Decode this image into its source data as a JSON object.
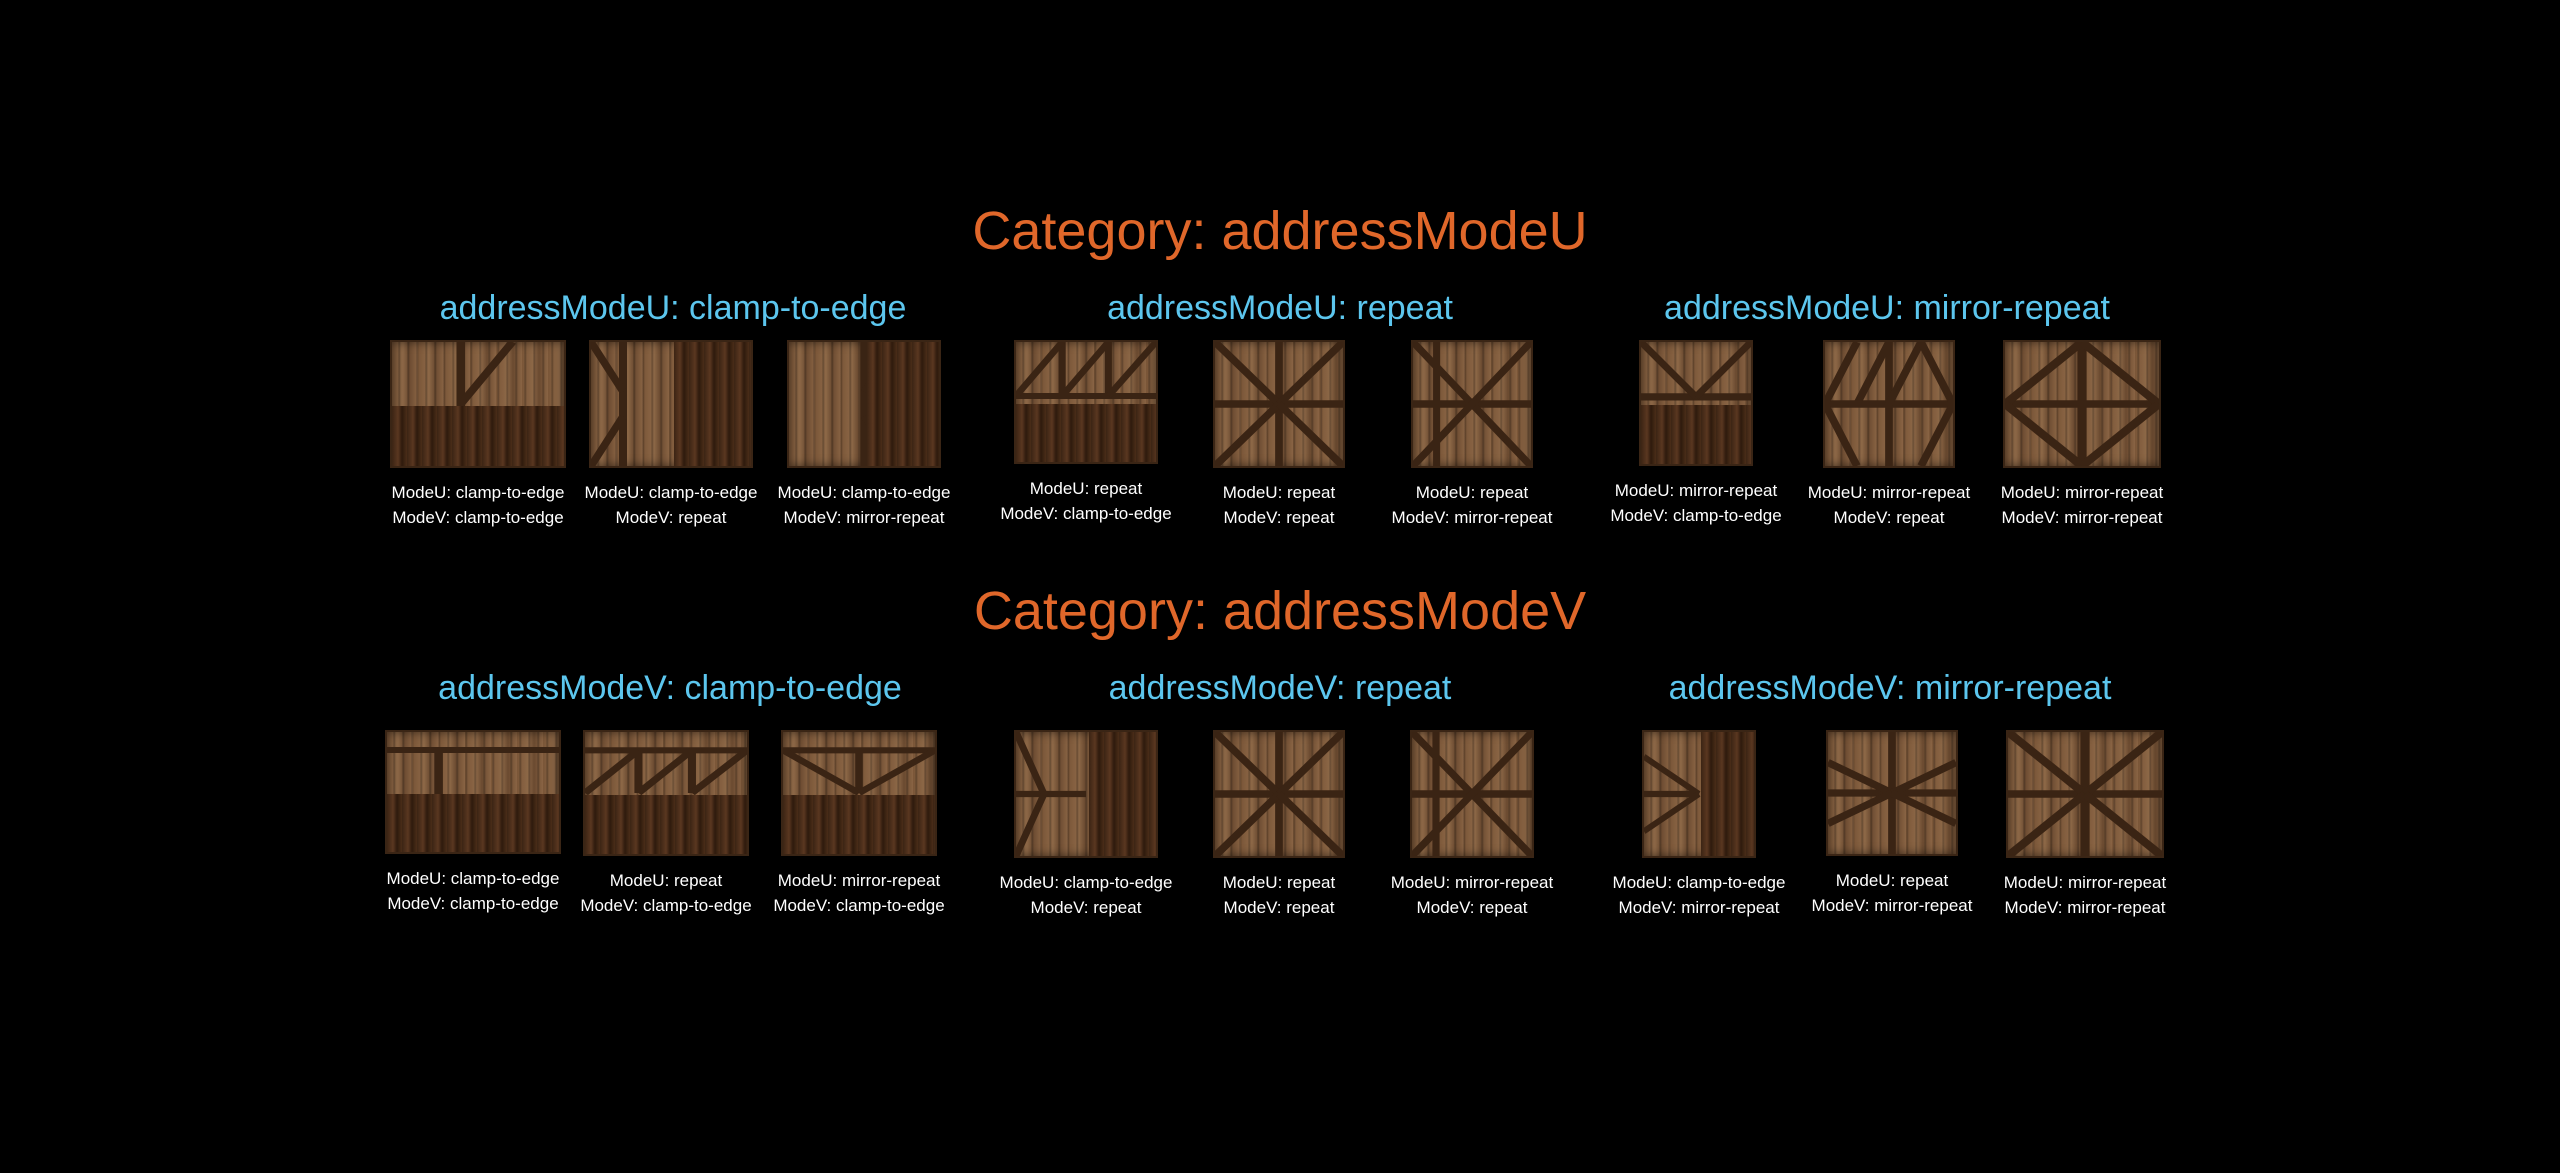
{
  "sections": [
    {
      "title": "Category: addressModeU",
      "groups": [
        {
          "title": "addressModeU: clamp-to-edge",
          "cells": [
            {
              "u": "ModeU: clamp-to-edge",
              "v": "ModeV: clamp-to-edge"
            },
            {
              "u": "ModeU: clamp-to-edge",
              "v": "ModeV: repeat"
            },
            {
              "u": "ModeU: clamp-to-edge",
              "v": "ModeV: mirror-repeat"
            }
          ]
        },
        {
          "title": "addressModeU: repeat",
          "cells": [
            {
              "u": "ModeU: repeat",
              "v": "ModeV: clamp-to-edge"
            },
            {
              "u": "ModeU: repeat",
              "v": "ModeV: repeat"
            },
            {
              "u": "ModeU: repeat",
              "v": "ModeV: mirror-repeat"
            }
          ]
        },
        {
          "title": "addressModeU: mirror-repeat",
          "cells": [
            {
              "u": "ModeU: mirror-repeat",
              "v": "ModeV: clamp-to-edge"
            },
            {
              "u": "ModeU: mirror-repeat",
              "v": "ModeV: repeat"
            },
            {
              "u": "ModeU: mirror-repeat",
              "v": "ModeV: mirror-repeat"
            }
          ]
        }
      ]
    },
    {
      "title": "Category: addressModeV",
      "groups": [
        {
          "title": "addressModeV: clamp-to-edge",
          "cells": [
            {
              "u": "ModeU: clamp-to-edge",
              "v": "ModeV: clamp-to-edge"
            },
            {
              "u": "ModeU: repeat",
              "v": "ModeV: clamp-to-edge"
            },
            {
              "u": "ModeU: mirror-repeat",
              "v": "ModeV: clamp-to-edge"
            }
          ]
        },
        {
          "title": "addressModeV: repeat",
          "cells": [
            {
              "u": "ModeU: clamp-to-edge",
              "v": "ModeV: repeat"
            },
            {
              "u": "ModeU: repeat",
              "v": "ModeV: repeat"
            },
            {
              "u": "ModeU: mirror-repeat",
              "v": "ModeV: repeat"
            }
          ]
        },
        {
          "title": "addressModeV: mirror-repeat",
          "cells": [
            {
              "u": "ModeU: clamp-to-edge",
              "v": "ModeV: mirror-repeat"
            },
            {
              "u": "ModeU: repeat",
              "v": "ModeV: mirror-repeat"
            },
            {
              "u": "ModeU: mirror-repeat",
              "v": "ModeV: mirror-repeat"
            }
          ]
        }
      ]
    }
  ],
  "colors": {
    "background": "#000000",
    "category_title": "#e0672a",
    "group_title": "#5cc6ee",
    "label": "#ffffff"
  }
}
